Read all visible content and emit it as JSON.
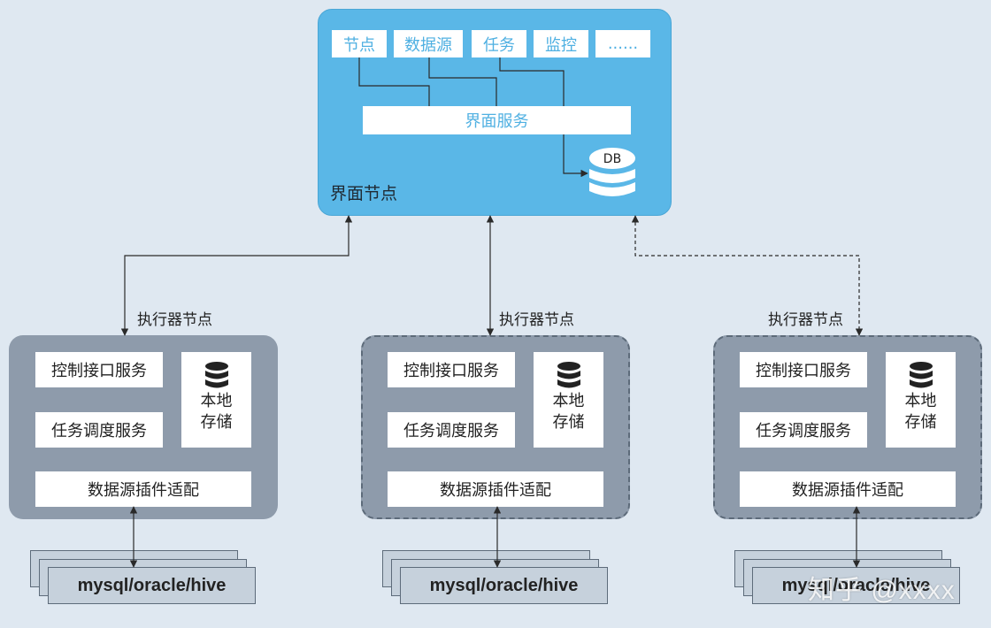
{
  "ui_node": {
    "tabs": [
      "节点",
      "数据源",
      "任务",
      "监控",
      "......"
    ],
    "service": "界面服务",
    "db_label": "DB",
    "title": "界面节点"
  },
  "executors": [
    {
      "label": "执行器节点",
      "control": "控制接口服务",
      "schedule": "任务调度服务",
      "storage_line1": "本地",
      "storage_line2": "存储",
      "adapter": "数据源插件适配",
      "db": "mysql/oracle/hive"
    },
    {
      "label": "执行器节点",
      "control": "控制接口服务",
      "schedule": "任务调度服务",
      "storage_line1": "本地",
      "storage_line2": "存储",
      "adapter": "数据源插件适配",
      "db": "mysql/oracle/hive"
    },
    {
      "label": "执行器节点",
      "control": "控制接口服务",
      "schedule": "任务调度服务",
      "storage_line1": "本地",
      "storage_line2": "存储",
      "adapter": "数据源插件适配",
      "db": "mysql/oracle/hive"
    }
  ],
  "watermark": "知乎 @xxxx",
  "colors": {
    "background": "#dfe8f1",
    "ui_panel": "#5ab7e7",
    "executor_panel": "#8e9bab",
    "database": "#c6d1dc"
  }
}
